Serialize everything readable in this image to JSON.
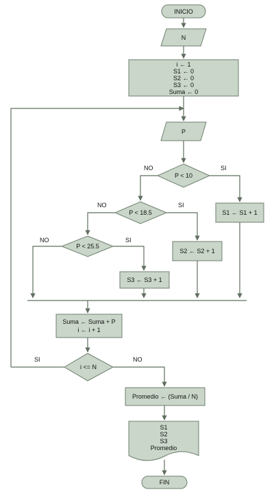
{
  "flowchart": {
    "start": "INICIO",
    "input_n": "N",
    "init_lines": [
      "i ← 1",
      "S1 ← 0",
      "S2 ← 0",
      "S3 ← 0",
      "Suma ← 0"
    ],
    "input_p": "P",
    "decision_1": "P < 10",
    "decision_2": "P < 18.5",
    "decision_3": "P < 25.5",
    "assign_s1": "S1 ← S1 + 1",
    "assign_s2": "S2 ← S2 + 1",
    "assign_s3": "S3 ← S3 + 1",
    "sum_lines": [
      "Suma ← Suma + P",
      "i ← i + 1"
    ],
    "loop_decision": "i <= N",
    "average": "Promedio ← (Suma / N)",
    "output_lines": [
      "S1",
      "S2",
      "S3",
      "Promedio"
    ],
    "end": "FIN",
    "yes_label": "SI",
    "no_label": "NO"
  }
}
